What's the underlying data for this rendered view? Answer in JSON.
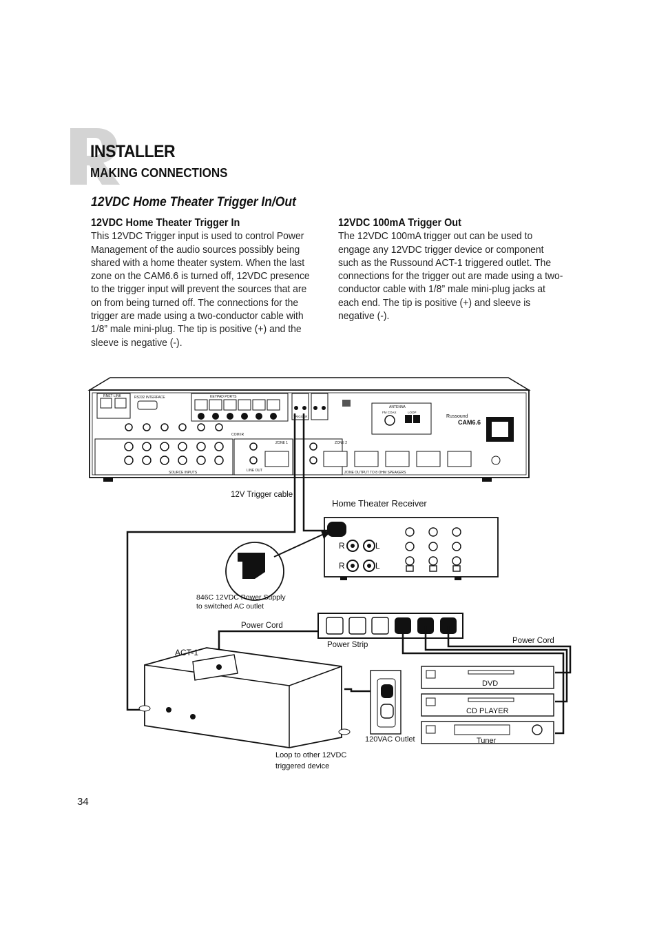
{
  "header": {
    "logo_letter": "R",
    "title": "INSTALLER",
    "subtitle": "MAKING CONNECTIONS"
  },
  "section": {
    "title": "12VDC Home Theater Trigger In/Out"
  },
  "left_column": {
    "heading": "12VDC Home Theater Trigger In",
    "body": "This 12VDC Trigger input is used to control Power Management of the audio sources possibly being shared with a home theater system. When the last zone on the CAM6.6 is turned off, 12VDC presence to the trigger input will prevent the sources that are on from being turned off. The connections for the trigger are made using a two-conductor cable with 1/8” male mini-plug. The tip is positive (+) and the sleeve is negative (-)."
  },
  "right_column": {
    "heading": "12VDC 100mA Trigger Out",
    "body": "The 12VDC 100mA trigger out can be used to engage any 12VDC trigger device or component such as the Russound ACT-1 triggered outlet. The connections for the trigger out are made using a two-conductor cable with 1/8” male mini-plug jacks at each end. The tip is positive (+) and sleeve is negative (-)."
  },
  "diagram": {
    "device_brand": "Russound",
    "device_model": "CAM6.6",
    "trigger_cable_label": "12V Trigger cable",
    "receiver_label": "Home Theater Receiver",
    "power_supply_label_1": "846C 12VDC Power Supply",
    "power_supply_label_2": "to switched AC outlet",
    "power_cord_left": "Power Cord",
    "power_strip_label": "Power Strip",
    "power_cord_right": "Power Cord",
    "act1_label": "ACT-1",
    "dvd_label": "DVD",
    "cd_label": "CD PLAYER",
    "tuner_label": "Tuner",
    "outlet_label": "120VAC Outlet",
    "loop_label_1": "Loop to other 12VDC",
    "loop_label_2": "triggered device",
    "rear_labels": {
      "rnet": "RNET LINK",
      "rs232": "RS232 INTERFACE",
      "keypad": "KEYPAD PORTS",
      "source": "SOURCE INPUTS",
      "antenna": "ANTENNA",
      "zone1": "ZONE 1",
      "zone2": "ZONE 2",
      "zone_out": "ZONE OUTPUT TO 8 OHM SPEAKERS",
      "com_ir": "COM IR",
      "line_out": "LINE OUT",
      "trigger": "TRIGGER",
      "fm_coax": "FM COAX",
      "loop": "LOOP",
      "r": "R",
      "l": "L"
    }
  },
  "footer": {
    "page_number": "34"
  }
}
